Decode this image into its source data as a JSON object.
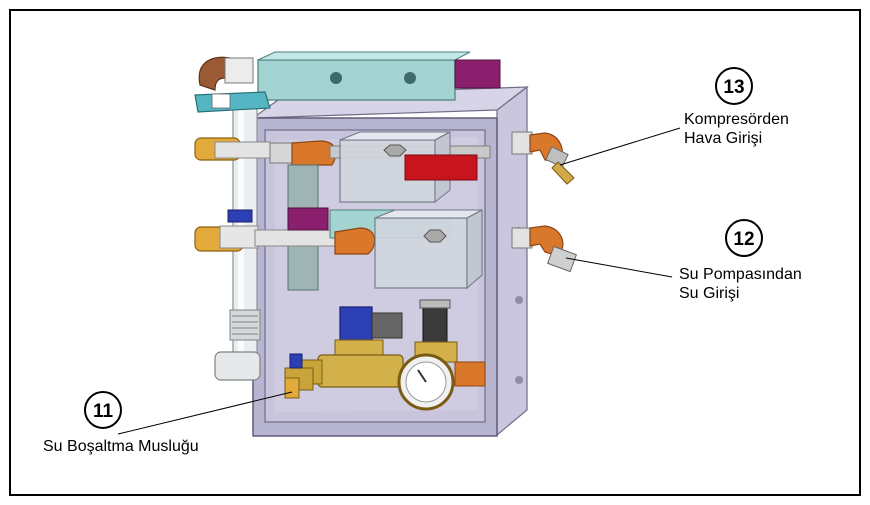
{
  "callouts": [
    {
      "number": "13",
      "line1": "Kompresörden",
      "line2": "Hava Girişi"
    },
    {
      "number": "12",
      "line1": "Su Pompasından",
      "line2": "Su Girişi"
    },
    {
      "number": "11",
      "line1": "Su Boşaltma Musluğu",
      "line2": ""
    }
  ],
  "colors": {
    "panel_face": "#b9b6d2",
    "panel_side": "#c6c3dc",
    "panel_edge": "#7a7894",
    "copper": "#d9772b",
    "copper_dark": "#a9521a",
    "chrome": "#d8d8d8",
    "brass": "#c9a43a",
    "teal_block": "#9fd0cf",
    "magenta_block": "#8a1f6e",
    "solenoid_blue": "#2d3fb5",
    "red_bar": "#c8141c"
  }
}
